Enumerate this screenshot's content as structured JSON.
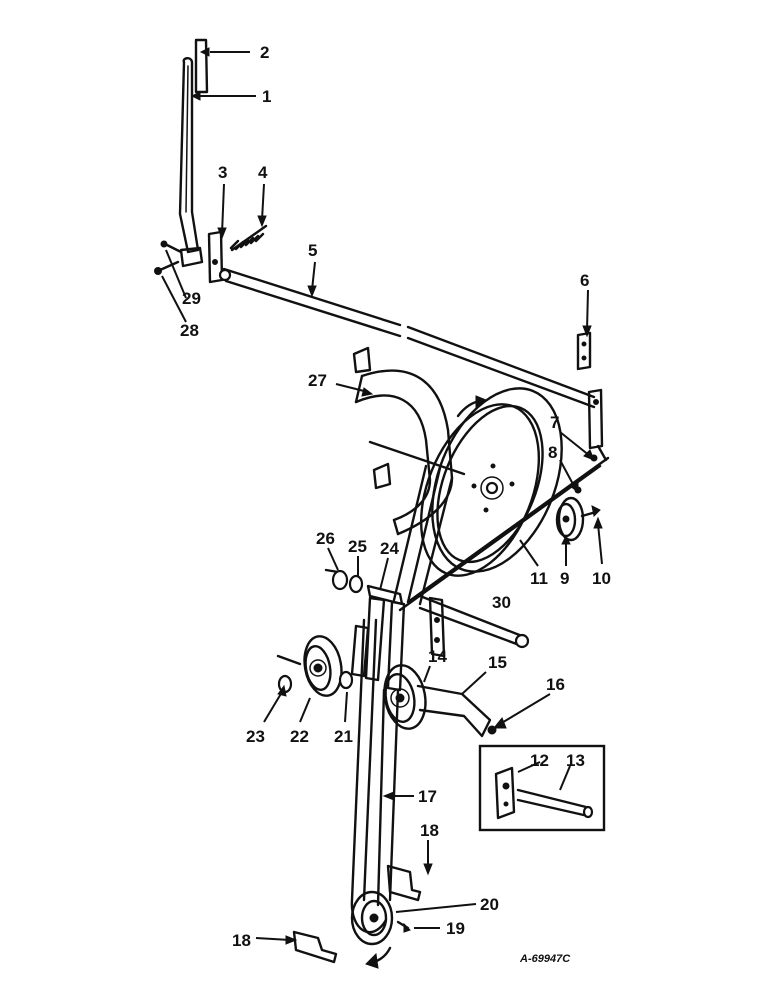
{
  "callouts": [
    {
      "id": "c1",
      "text": "1"
    },
    {
      "id": "c2",
      "text": "2"
    },
    {
      "id": "c3",
      "text": "3"
    },
    {
      "id": "c4",
      "text": "4"
    },
    {
      "id": "c5",
      "text": "5"
    },
    {
      "id": "c6",
      "text": "6"
    },
    {
      "id": "c7",
      "text": "7"
    },
    {
      "id": "c8",
      "text": "8"
    },
    {
      "id": "c9",
      "text": "9"
    },
    {
      "id": "c10",
      "text": "10"
    },
    {
      "id": "c11",
      "text": "11"
    },
    {
      "id": "c12",
      "text": "12"
    },
    {
      "id": "c13",
      "text": "13"
    },
    {
      "id": "c14",
      "text": "14"
    },
    {
      "id": "c15",
      "text": "15"
    },
    {
      "id": "c16",
      "text": "16"
    },
    {
      "id": "c17",
      "text": "17"
    },
    {
      "id": "c18a",
      "text": "18"
    },
    {
      "id": "c18b",
      "text": "18"
    },
    {
      "id": "c19",
      "text": "19"
    },
    {
      "id": "c20",
      "text": "20"
    },
    {
      "id": "c21",
      "text": "21"
    },
    {
      "id": "c22",
      "text": "22"
    },
    {
      "id": "c23",
      "text": "23"
    },
    {
      "id": "c24",
      "text": "24"
    },
    {
      "id": "c25",
      "text": "25"
    },
    {
      "id": "c26",
      "text": "26"
    },
    {
      "id": "c27",
      "text": "27"
    },
    {
      "id": "c28",
      "text": "28"
    },
    {
      "id": "c29",
      "text": "29"
    },
    {
      "id": "c30",
      "text": "30"
    }
  ],
  "drawing_number": "A-69947C"
}
